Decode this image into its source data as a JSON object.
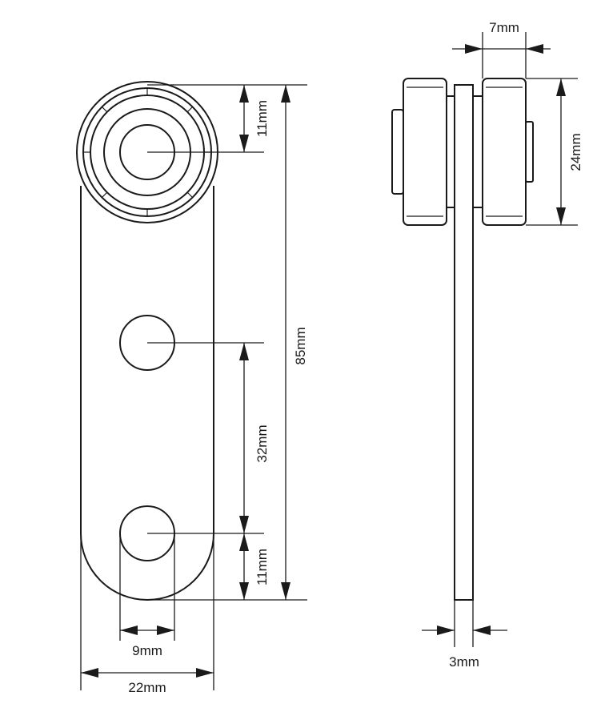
{
  "dimensions": {
    "top_hole_offset": "11mm",
    "overall_length": "85mm",
    "hole_spacing": "32mm",
    "bottom_hole_offset": "11mm",
    "hole_diameter": "9mm",
    "plate_width": "22mm",
    "wheel_width": "7mm",
    "wheel_diameter": "24mm",
    "plate_thickness": "3mm"
  }
}
